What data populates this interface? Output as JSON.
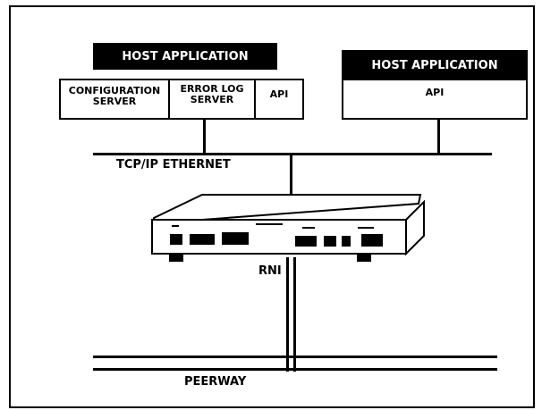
{
  "host1": {
    "header": "HOST APPLICATION",
    "config_server": "CONFIGURATION\nSERVER",
    "error_log_server": "ERROR LOG\nSERVER",
    "api": "API"
  },
  "host2": {
    "header": "HOST APPLICATION",
    "api": "API"
  },
  "network_label": "TCP/IP ETHERNET",
  "device_label": "RNI",
  "bus_label": "PEERWAY",
  "colors": {
    "ink": "#000000",
    "paper": "#ffffff"
  }
}
